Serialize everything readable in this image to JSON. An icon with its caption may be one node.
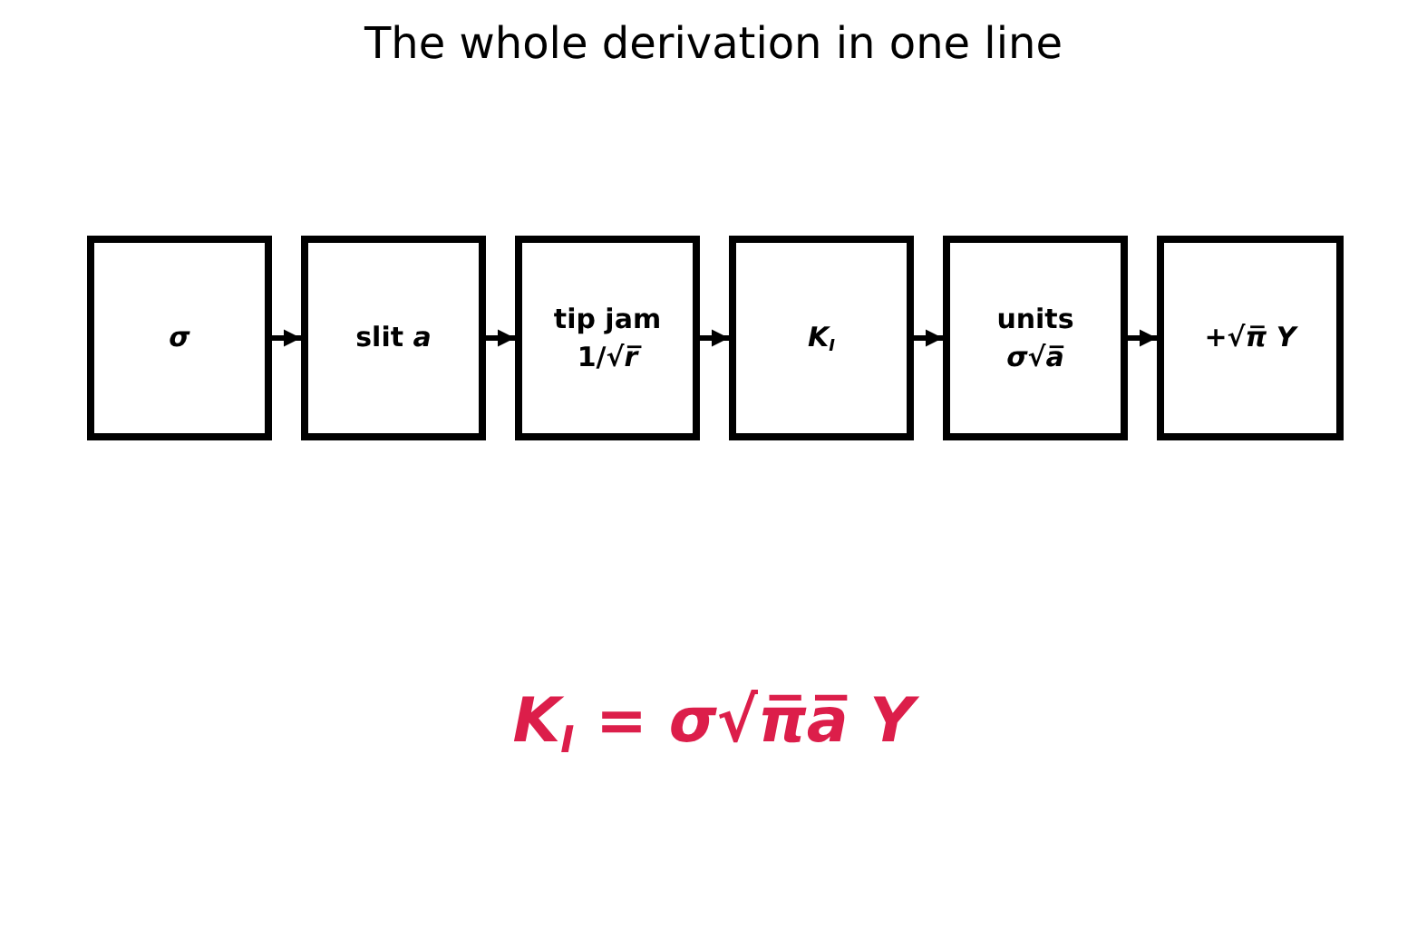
{
  "diagram": {
    "title": "The whole derivation in one line",
    "nodes": [
      {
        "text": [
          "σ"
        ]
      },
      {
        "text": [
          "slit *a*"
        ]
      },
      {
        "text": [
          "tip jam",
          "1/√*r̅*"
        ]
      },
      {
        "text": [
          "K$_{I}$"
        ]
      },
      {
        "text": [
          "units",
          "σ√a̅"
        ]
      },
      {
        "text": [
          "+√*π̅* *Y*"
        ]
      }
    ],
    "edges": [
      {
        "from": 0,
        "to": 1,
        "arrow": "to"
      },
      {
        "from": 1,
        "to": 2,
        "arrow": "to"
      },
      {
        "from": 2,
        "to": 3,
        "arrow": "to"
      },
      {
        "from": 3,
        "to": 4,
        "arrow": "to"
      },
      {
        "from": 4,
        "to": 5,
        "arrow": "to"
      }
    ],
    "labels": [
      "K$_{I}$ = σ√π̅a̅ Y"
    ]
  }
}
